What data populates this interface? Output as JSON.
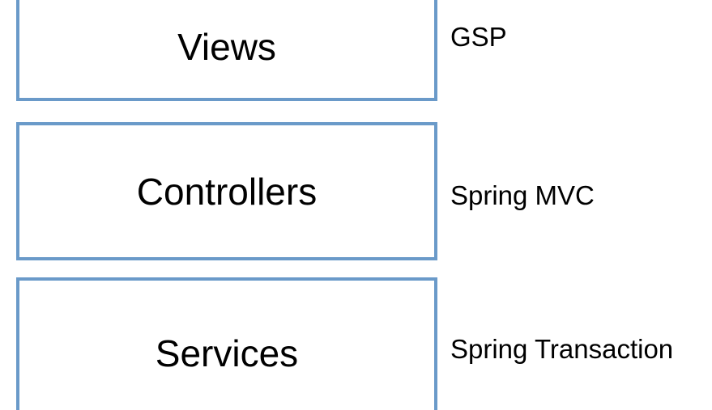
{
  "diagram": {
    "layers": [
      {
        "label": "Views",
        "technology": "GSP"
      },
      {
        "label": "Controllers",
        "technology": "Spring MVC"
      },
      {
        "label": "Services",
        "technology": "Spring Transaction"
      }
    ]
  },
  "colors": {
    "box_border": "#6a9ac9",
    "text": "#000000",
    "background": "#ffffff"
  }
}
